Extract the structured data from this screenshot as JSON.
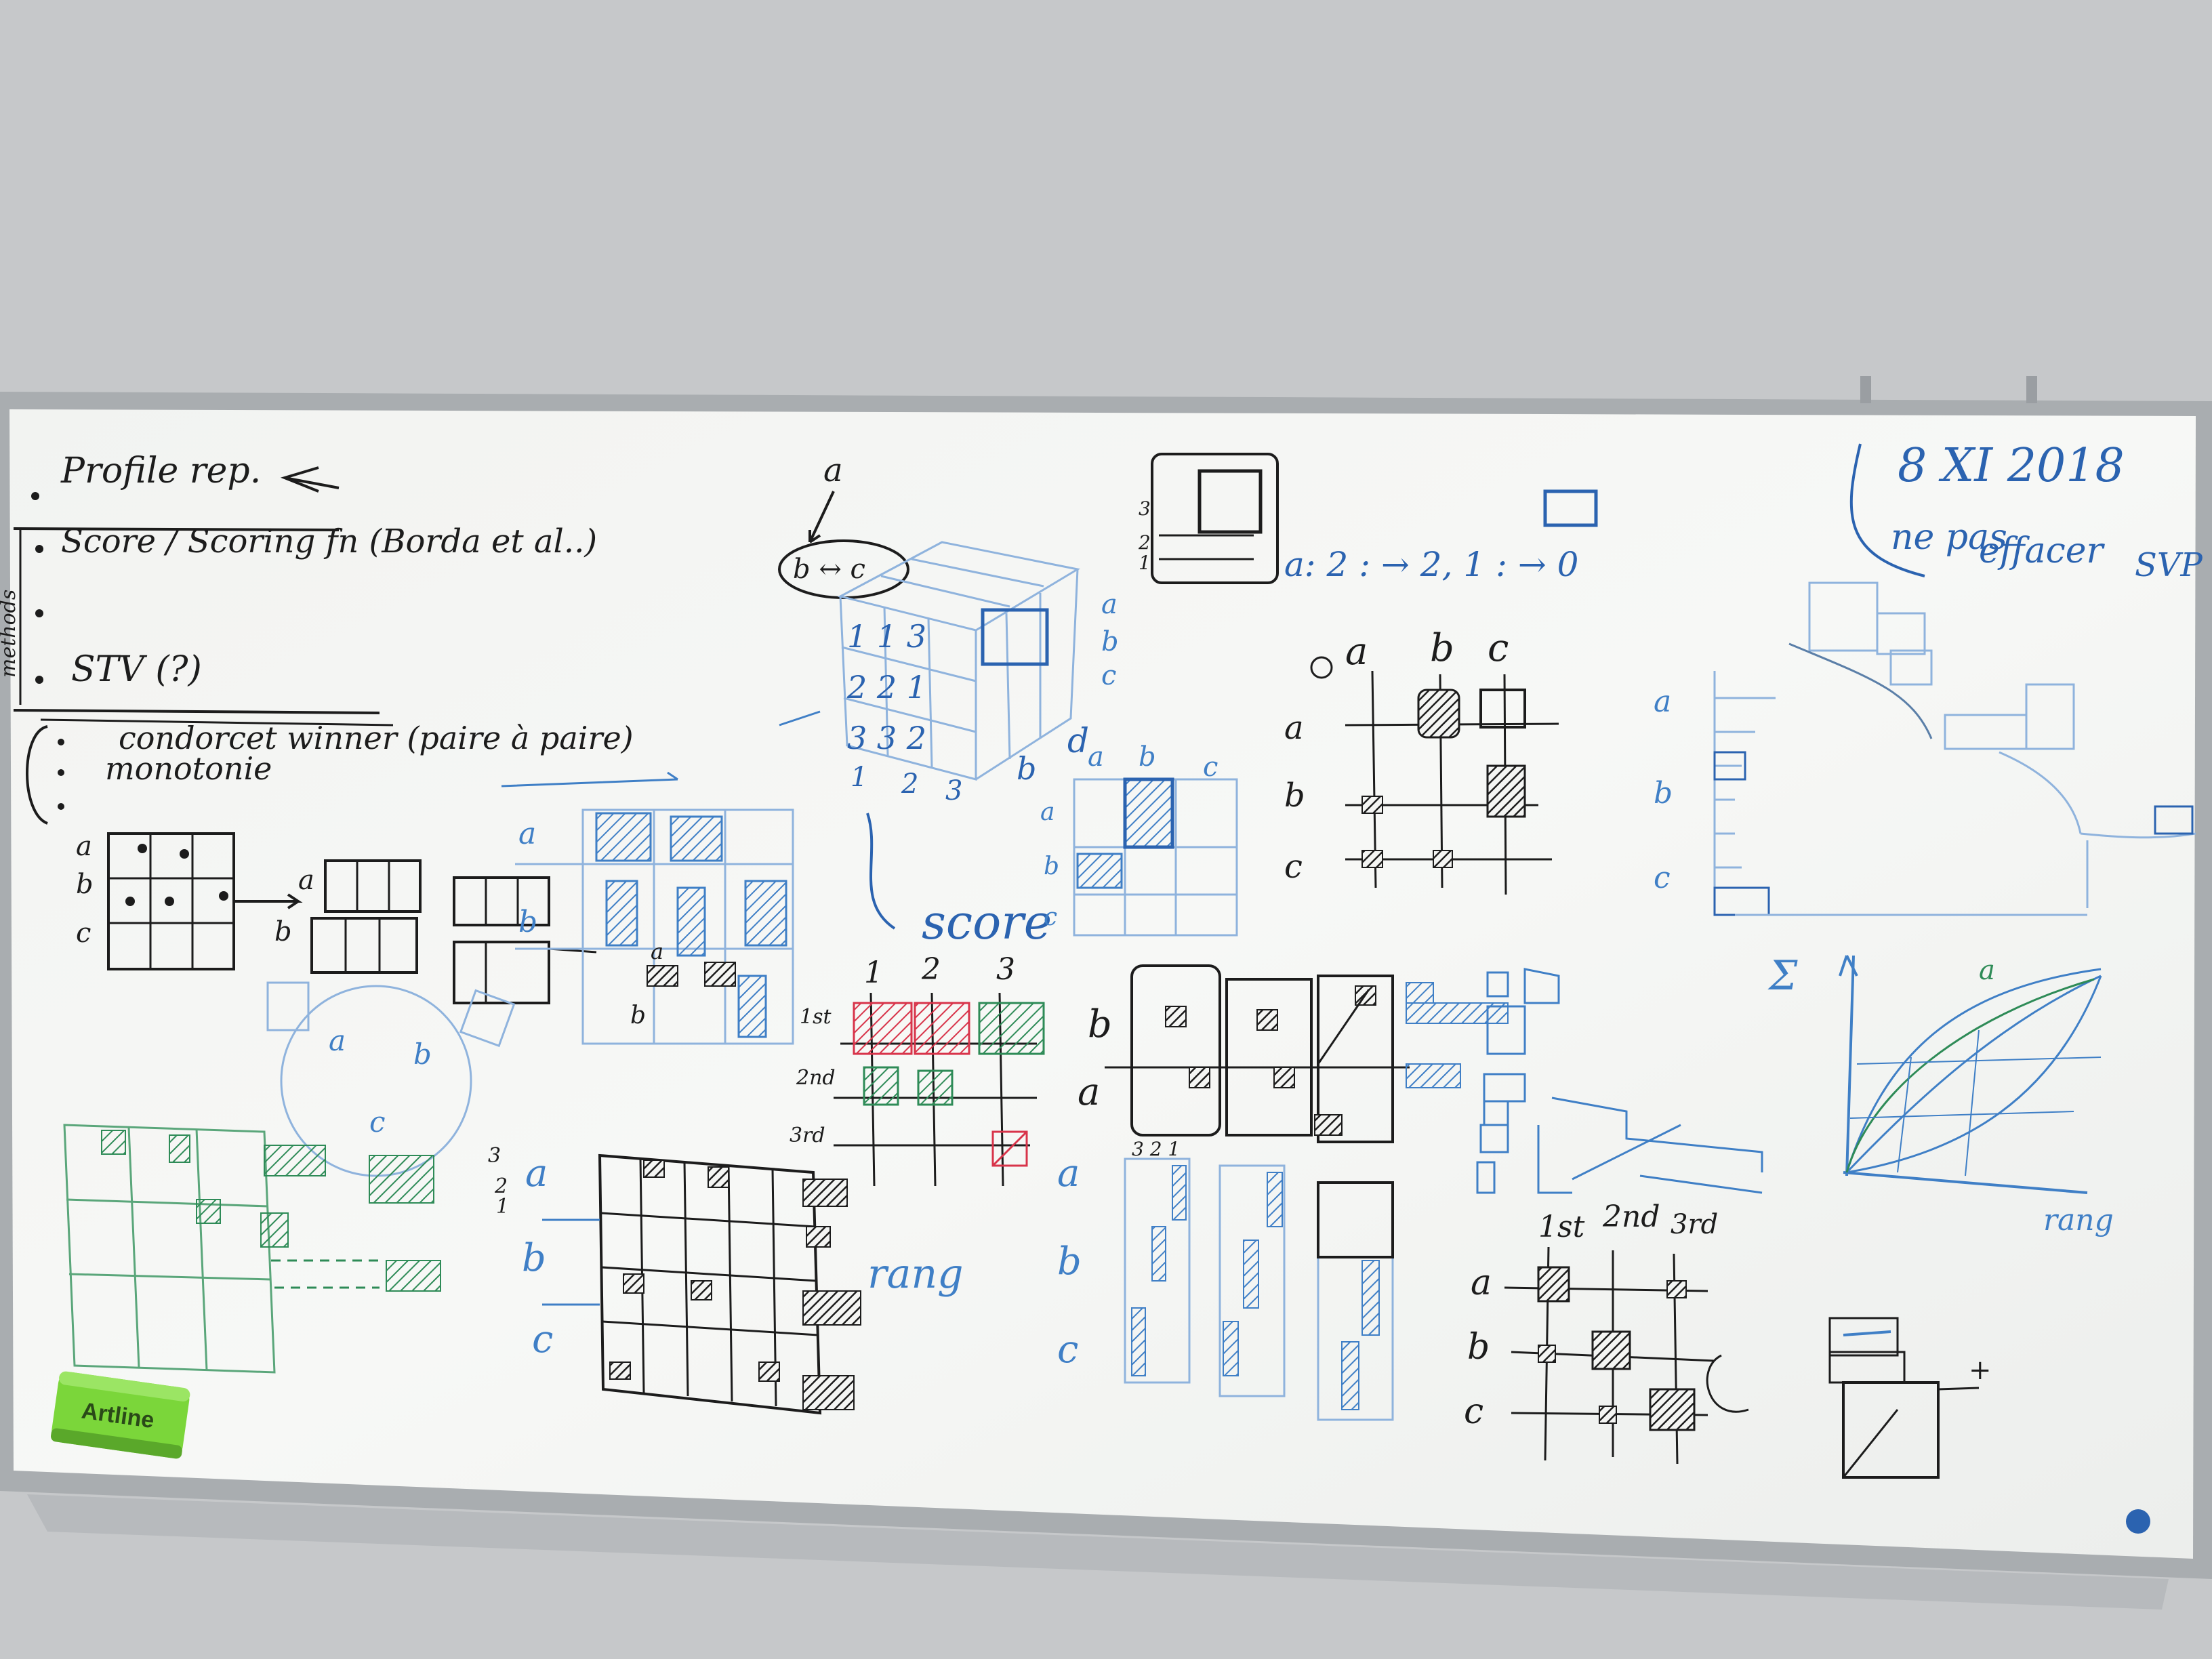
{
  "scene": {
    "title": "",
    "colors": {
      "wall": "#c9cbcd",
      "board": "#f4f5f3",
      "frame": "#a9adb0",
      "black_ink": "#1c1c1c",
      "blue_ink": "#3f7fc6",
      "green_ink": "#2e8b57",
      "red_ink": "#d8344a",
      "eraser": "#7bd63a"
    }
  },
  "notes": {
    "line1": "Profile rep.",
    "line2": "Score / Scoring fn   (Borda et al..)",
    "line3": "STV   (?)",
    "line4": "condorcet winner  (paire à paire)",
    "line5": "monotonie",
    "side_label": "methods"
  },
  "date_note": {
    "date": "8 XI 2018",
    "msg1": "ne pas",
    "msg2": "effacer",
    "msg3": "SVP"
  },
  "labels": {
    "a": "a",
    "b": "b",
    "c": "c",
    "d": "d",
    "b_swap_c": "b ↔ c",
    "n1": "1",
    "n2": "2",
    "n3": "3",
    "first": "1st",
    "second": "2nd",
    "third": "3rd",
    "rank": "rang",
    "score": "score",
    "sum": "Σ",
    "plus": "+",
    "cube_row1": "1  1  3",
    "cube_row2": "2  2  1",
    "cube_row3": "3  3  2",
    "formula": "a: 2 : → 2, 1 : → 0",
    "n321": "3 2 1"
  },
  "eraser": {
    "brand": "Artline"
  }
}
